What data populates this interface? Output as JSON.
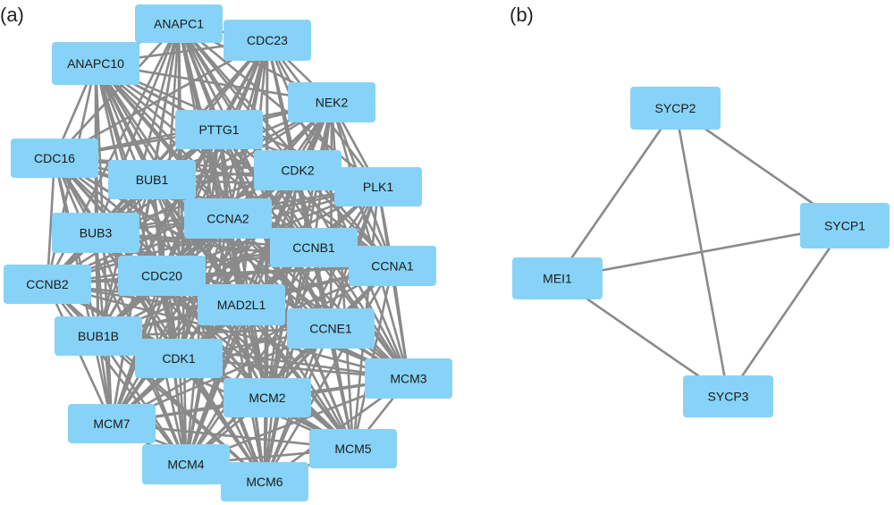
{
  "panels": [
    {
      "id": "a",
      "label": "(a)",
      "nodes": [
        "ANAPC1",
        "CDC23",
        "ANAPC10",
        "NEK2",
        "PTTG1",
        "CDC16",
        "CDK2",
        "BUB1",
        "PLK1",
        "CCNA2",
        "BUB3",
        "CCNB1",
        "CCNA1",
        "CCNB2",
        "CDC20",
        "MAD2L1",
        "BUB1B",
        "CCNE1",
        "CDK1",
        "MCM3",
        "MCM2",
        "MCM7",
        "MCM5",
        "MCM4",
        "MCM6"
      ],
      "connectivity": "all-pairs"
    },
    {
      "id": "b",
      "label": "(b)",
      "nodes": [
        "SYCP2",
        "SYCP1",
        "MEI1",
        "SYCP3"
      ],
      "edges": [
        [
          "SYCP2",
          "SYCP1"
        ],
        [
          "SYCP2",
          "MEI1"
        ],
        [
          "SYCP2",
          "SYCP3"
        ],
        [
          "MEI1",
          "SYCP1"
        ],
        [
          "MEI1",
          "SYCP3"
        ],
        [
          "SYCP1",
          "SYCP3"
        ]
      ]
    }
  ],
  "colors": {
    "node": "#87d3f7",
    "edge": "#8a8a8a",
    "text": "#1a1a1a"
  }
}
